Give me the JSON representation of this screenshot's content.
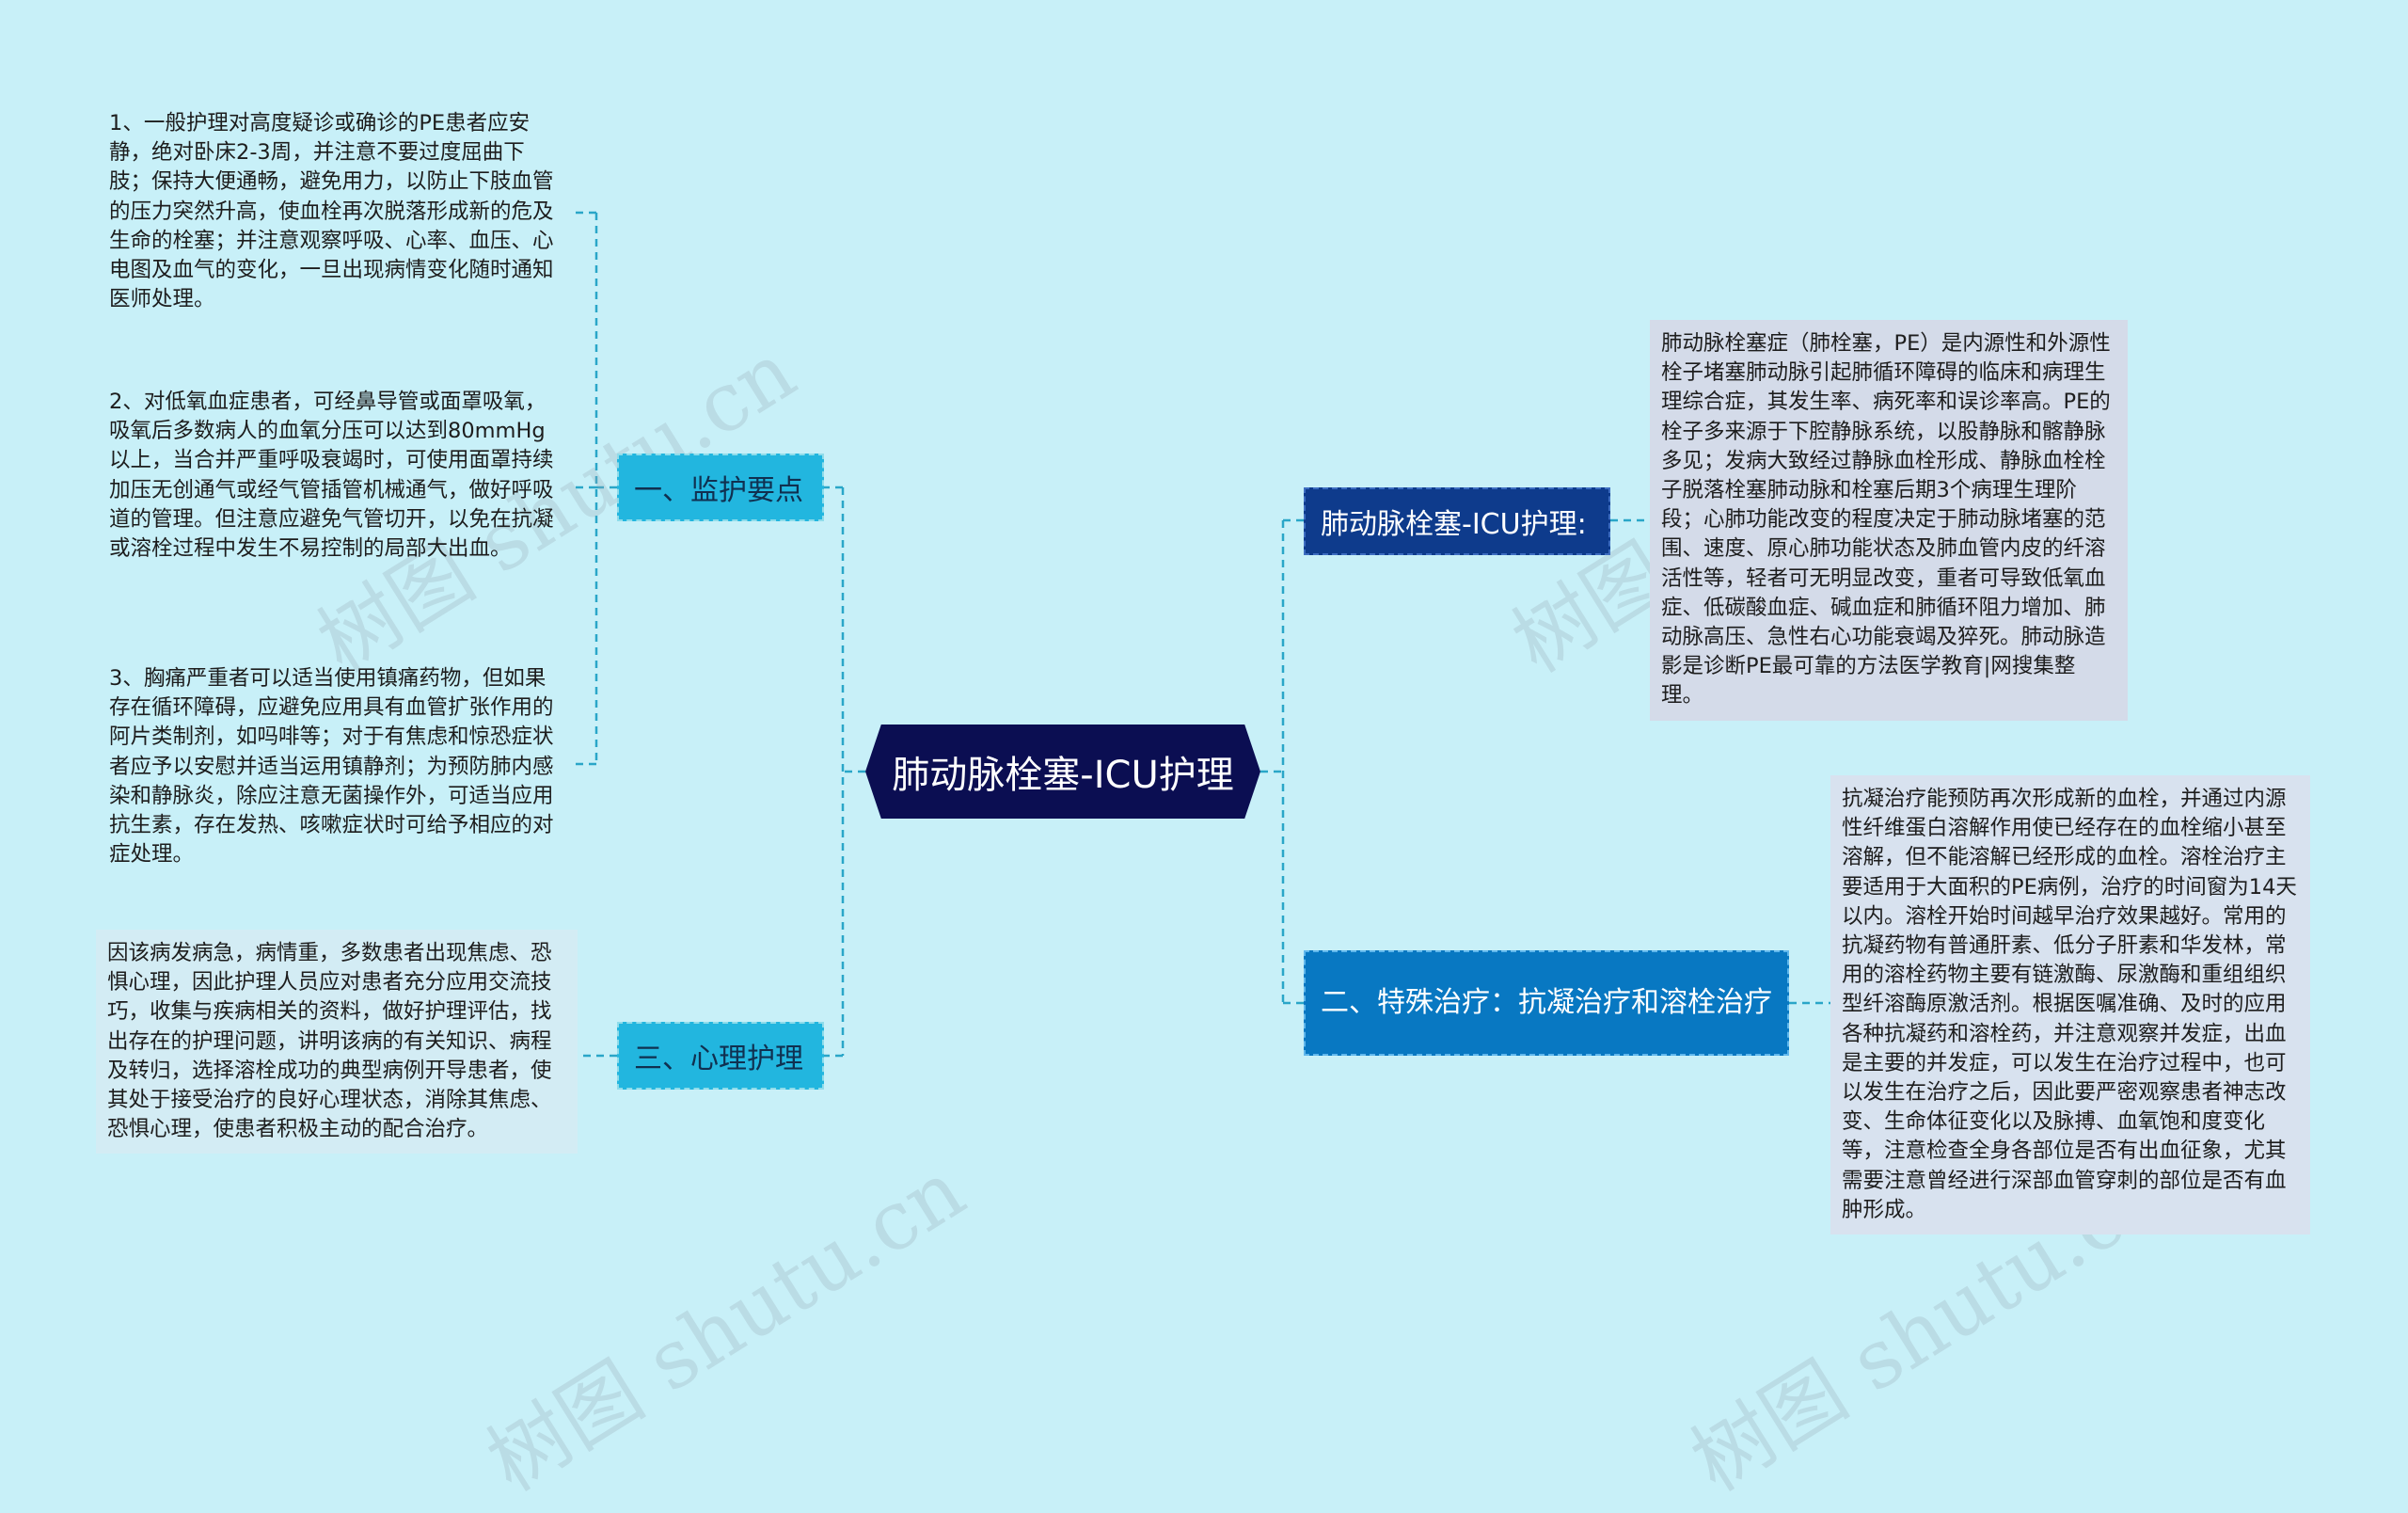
{
  "center": {
    "label": "肺动脉栓塞-ICU护理"
  },
  "branches": {
    "monitor": {
      "label": "一、监护要点"
    },
    "psych": {
      "label": "三、心理护理"
    },
    "icu": {
      "label": "肺动脉栓塞-ICU护理:"
    },
    "special": {
      "label": "二、特殊治疗：抗凝治疗和溶栓治疗"
    }
  },
  "texts": {
    "monitor_1": "1、一般护理对高度疑诊或确诊的PE患者应安静，绝对卧床2-3周，并注意不要过度屈曲下肢；保持大便通畅，避免用力，以防止下肢血管的压力突然升高，使血栓再次脱落形成新的危及生命的栓塞；并注意观察呼吸、心率、血压、心电图及血气的变化，一旦出现病情变化随时通知医师处理。",
    "monitor_2": "2、对低氧血症患者，可经鼻导管或面罩吸氧，吸氧后多数病人的血氧分压可以达到80mmHg以上，当合并严重呼吸衰竭时，可使用面罩持续加压无创通气或经气管插管机械通气，做好呼吸道的管理。但注意应避免气管切开，以免在抗凝或溶栓过程中发生不易控制的局部大出血。",
    "monitor_3": "3、胸痛严重者可以适当使用镇痛药物，但如果存在循环障碍，应避免应用具有血管扩张作用的阿片类制剂，如吗啡等；对于有焦虑和惊恐症状者应予以安慰并适当运用镇静剂；为预防肺内感染和静脉炎，除应注意无菌操作外，可适当应用抗生素，存在发热、咳嗽症状时可给予相应的对症处理。",
    "psych_1": "因该病发病急，病情重，多数患者出现焦虑、恐惧心理，因此护理人员应对患者充分应用交流技巧，收集与疾病相关的资料，做好护理评估，找出存在的护理问题，讲明该病的有关知识、病程及转归，选择溶栓成功的典型病例开导患者，使其处于接受治疗的良好心理状态，消除其焦虑、恐惧心理，使患者积极主动的配合治疗。",
    "icu_1": "肺动脉栓塞症（肺栓塞，PE）是内源性和外源性栓子堵塞肺动脉引起肺循环障碍的临床和病理生理综合症，其发生率、病死率和误诊率高。PE的栓子多来源于下腔静脉系统，以股静脉和髂静脉多见；发病大致经过静脉血栓形成、静脉血栓栓子脱落栓塞肺动脉和栓塞后期3个病理生理阶段；心肺功能改变的程度决定于肺动脉堵塞的范围、速度、原心肺功能状态及肺血管内皮的纤溶活性等，轻者可无明显改变，重者可导致低氧血症、低碳酸血症、碱血症和肺循环阻力增加、肺动脉高压、急性右心功能衰竭及猝死。肺动脉造影是诊断PE最可靠的方法医学教育|网搜集整理。",
    "special_1": "抗凝治疗能预防再次形成新的血栓，并通过内源性纤维蛋白溶解作用使已经存在的血栓缩小甚至溶解，但不能溶解已经形成的血栓。溶栓治疗主要适用于大面积的PE病例，治疗的时间窗为14天以内。溶栓开始时间越早治疗效果越好。常用的抗凝药物有普通肝素、低分子肝素和华发林，常用的溶栓药物主要有链激酶、尿激酶和重组组织型纤溶酶原激活剂。根据医嘱准确、及时的应用各种抗凝药和溶栓药，并注意观察并发症，出血是主要的并发症，可以发生在治疗过程中，也可以发生在治疗之后，因此要严密观察患者神志改变、生命体征变化以及脉搏、血氧饱和度变化等，注意检查全身各部位是否有出血征象，尤其需要注意曾经进行深部血管穿刺的部位是否有血肿形成。"
  },
  "watermark": "树图 shutu.cn",
  "colors": {
    "background": "#c8f0f8",
    "center": "#0b0e52",
    "branch_left": "#22b6df",
    "branch_icu": "#0e3b8c",
    "branch_special": "#0878c2",
    "connector": "#2aa6c8"
  }
}
